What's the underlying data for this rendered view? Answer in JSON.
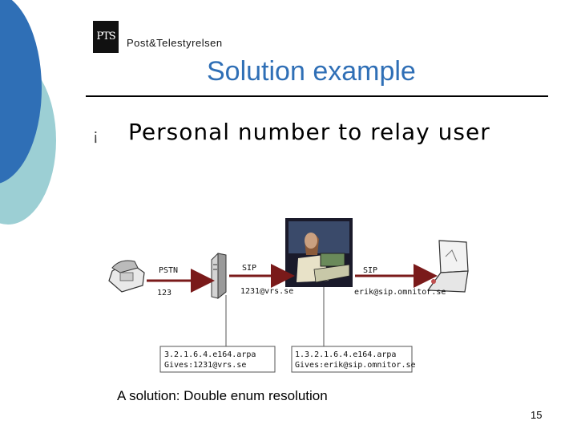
{
  "logo": {
    "mark": "PTS",
    "name": "Post&Telestyrelsen"
  },
  "title": "Solution example",
  "bullet": {
    "symbol": "¡",
    "text": "Personal number to relay user"
  },
  "diagram": {
    "pstn_label": "PSTN",
    "pstn_number": "123",
    "sip_label_1": "SIP",
    "relay_address": "1231@vrs.se",
    "sip_label_2": "SIP",
    "user_address": "erik@sip.omnitor.se",
    "enum_box_1": {
      "line1": "3.2.1.6.4.e164.arpa",
      "line2": "Gives:1231@vrs.se"
    },
    "enum_box_2": {
      "line1": "1.3.2.1.6.4.e164.arpa",
      "line2": "Gives:erik@sip.omnitor.se"
    },
    "icons": [
      "telephone-icon",
      "server-icon",
      "relay-operator-icon",
      "laptop-icon"
    ]
  },
  "note": "A solution: Double enum resolution",
  "page_number": "15",
  "colors": {
    "title": "#2f6fb6",
    "arrow": "#7a1a1a",
    "deco_dark": "#2f6fb6",
    "deco_light": "#8fc8d0"
  }
}
